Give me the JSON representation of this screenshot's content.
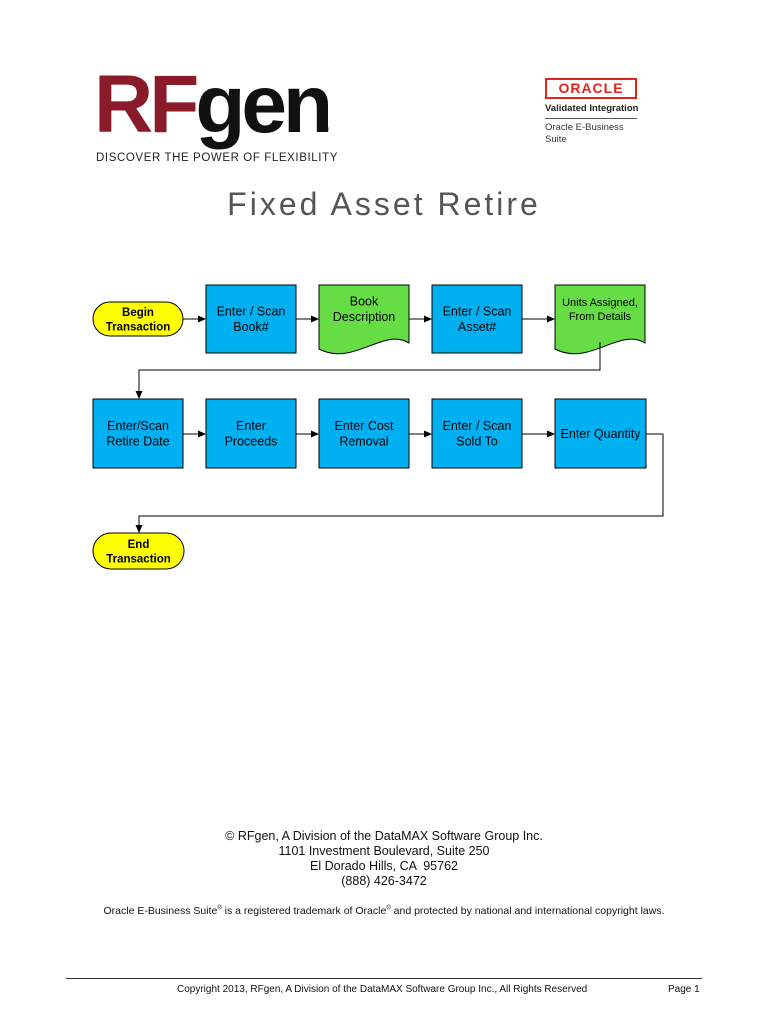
{
  "header": {
    "logo_text": "RFgen",
    "logo_mark": "®",
    "tagline": "DISCOVER THE POWER OF FLEXIBILITY",
    "oracle": {
      "logo_text": "ORACLE",
      "validated": "Validated Integration",
      "suite": "Oracle E-Business Suite"
    }
  },
  "title": "Fixed Asset Retire",
  "flow": {
    "begin": [
      "Begin",
      "Transaction"
    ],
    "row1": [
      {
        "kind": "process",
        "lines": [
          "Enter / Scan",
          "Book#"
        ]
      },
      {
        "kind": "document",
        "lines": [
          "Book",
          "Description"
        ]
      },
      {
        "kind": "process",
        "lines": [
          "Enter / Scan",
          "Asset#"
        ]
      },
      {
        "kind": "document",
        "lines": [
          "Units Assigned,",
          "From Details"
        ]
      }
    ],
    "row2": [
      {
        "kind": "process",
        "lines": [
          "Enter/Scan",
          "Retire Date"
        ]
      },
      {
        "kind": "process",
        "lines": [
          "Enter",
          "Proceeds"
        ]
      },
      {
        "kind": "process",
        "lines": [
          "Enter Cost",
          "Removal"
        ]
      },
      {
        "kind": "process",
        "lines": [
          "Enter / Scan",
          "Sold To"
        ]
      },
      {
        "kind": "process",
        "lines": [
          "Enter Quantity"
        ]
      }
    ],
    "end": [
      "End",
      "Transaction"
    ],
    "colors": {
      "terminator": "#ffff00",
      "process": "#00b0f0",
      "document": "#66dd44",
      "stroke": "#000000"
    }
  },
  "footer": {
    "company": "RFgen, A Division of the DataMAX Software Group Inc.",
    "copyright_symbol": "©",
    "address1": "1101 Investment Boulevard, Suite 250",
    "address2": "El Dorado Hills, CA  95762",
    "phone": "(888) 426-3472",
    "trademark_a": "Oracle E-Business Suite",
    "trademark_b": " is a registered trademark of Oracle",
    "trademark_c": " and protected by national and international copyright laws.",
    "reg_mark": "®",
    "copyright_line": "Copyright 2013, RFgen, A Division of the DataMAX Software Group Inc., All Rights Reserved",
    "page": "Page 1"
  }
}
